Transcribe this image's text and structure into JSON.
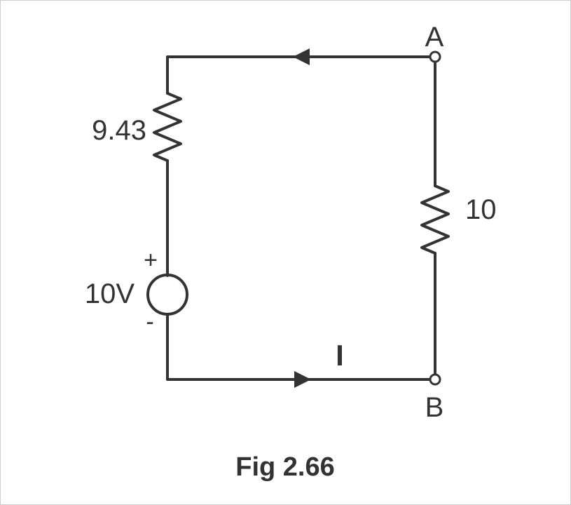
{
  "figure": {
    "caption": "Fig 2.66"
  },
  "circuit": {
    "wire_color": "#333333",
    "text_color": "#333333",
    "nodes": {
      "a_label": "A",
      "b_label": "B"
    },
    "components": {
      "left_resistor_label": "9.43",
      "right_resistor_label": "10",
      "source_label": "10V",
      "source_plus": "+",
      "source_minus": "-"
    },
    "current_label": "I"
  }
}
